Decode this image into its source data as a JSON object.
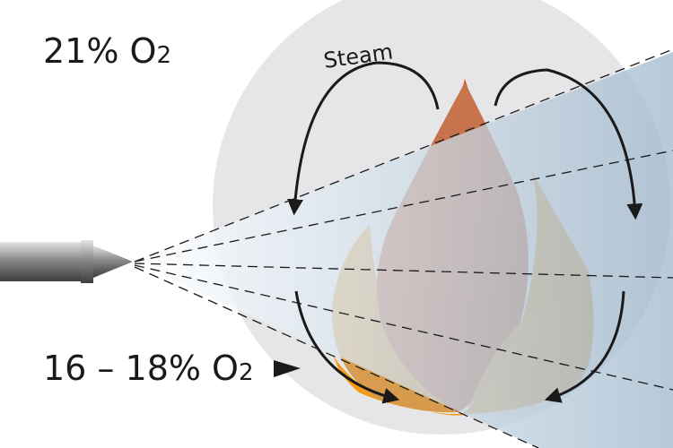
{
  "labels": {
    "top_oxygen": "21% O",
    "top_oxygen_sub": "2",
    "bottom_oxygen": "16 – 18% O",
    "bottom_oxygen_sub": "2",
    "steam": "Steam"
  },
  "colors": {
    "circle": "#e6e6e8",
    "spray_light": "#dfe9f2",
    "spray_dark": "#9fb8cc",
    "flame_tip": "#e04a1c",
    "flame_outer": "#d9a055",
    "flame_inner": "#c0704a",
    "flame_base": "#f39a12",
    "arrow": "#1a1a1a",
    "nozzle_dark": "#4a4a4a",
    "nozzle_light": "#d0d0d0"
  },
  "icons": {
    "nozzle": "nozzle-icon",
    "steam_arrow": "curved-arrow-icon"
  }
}
